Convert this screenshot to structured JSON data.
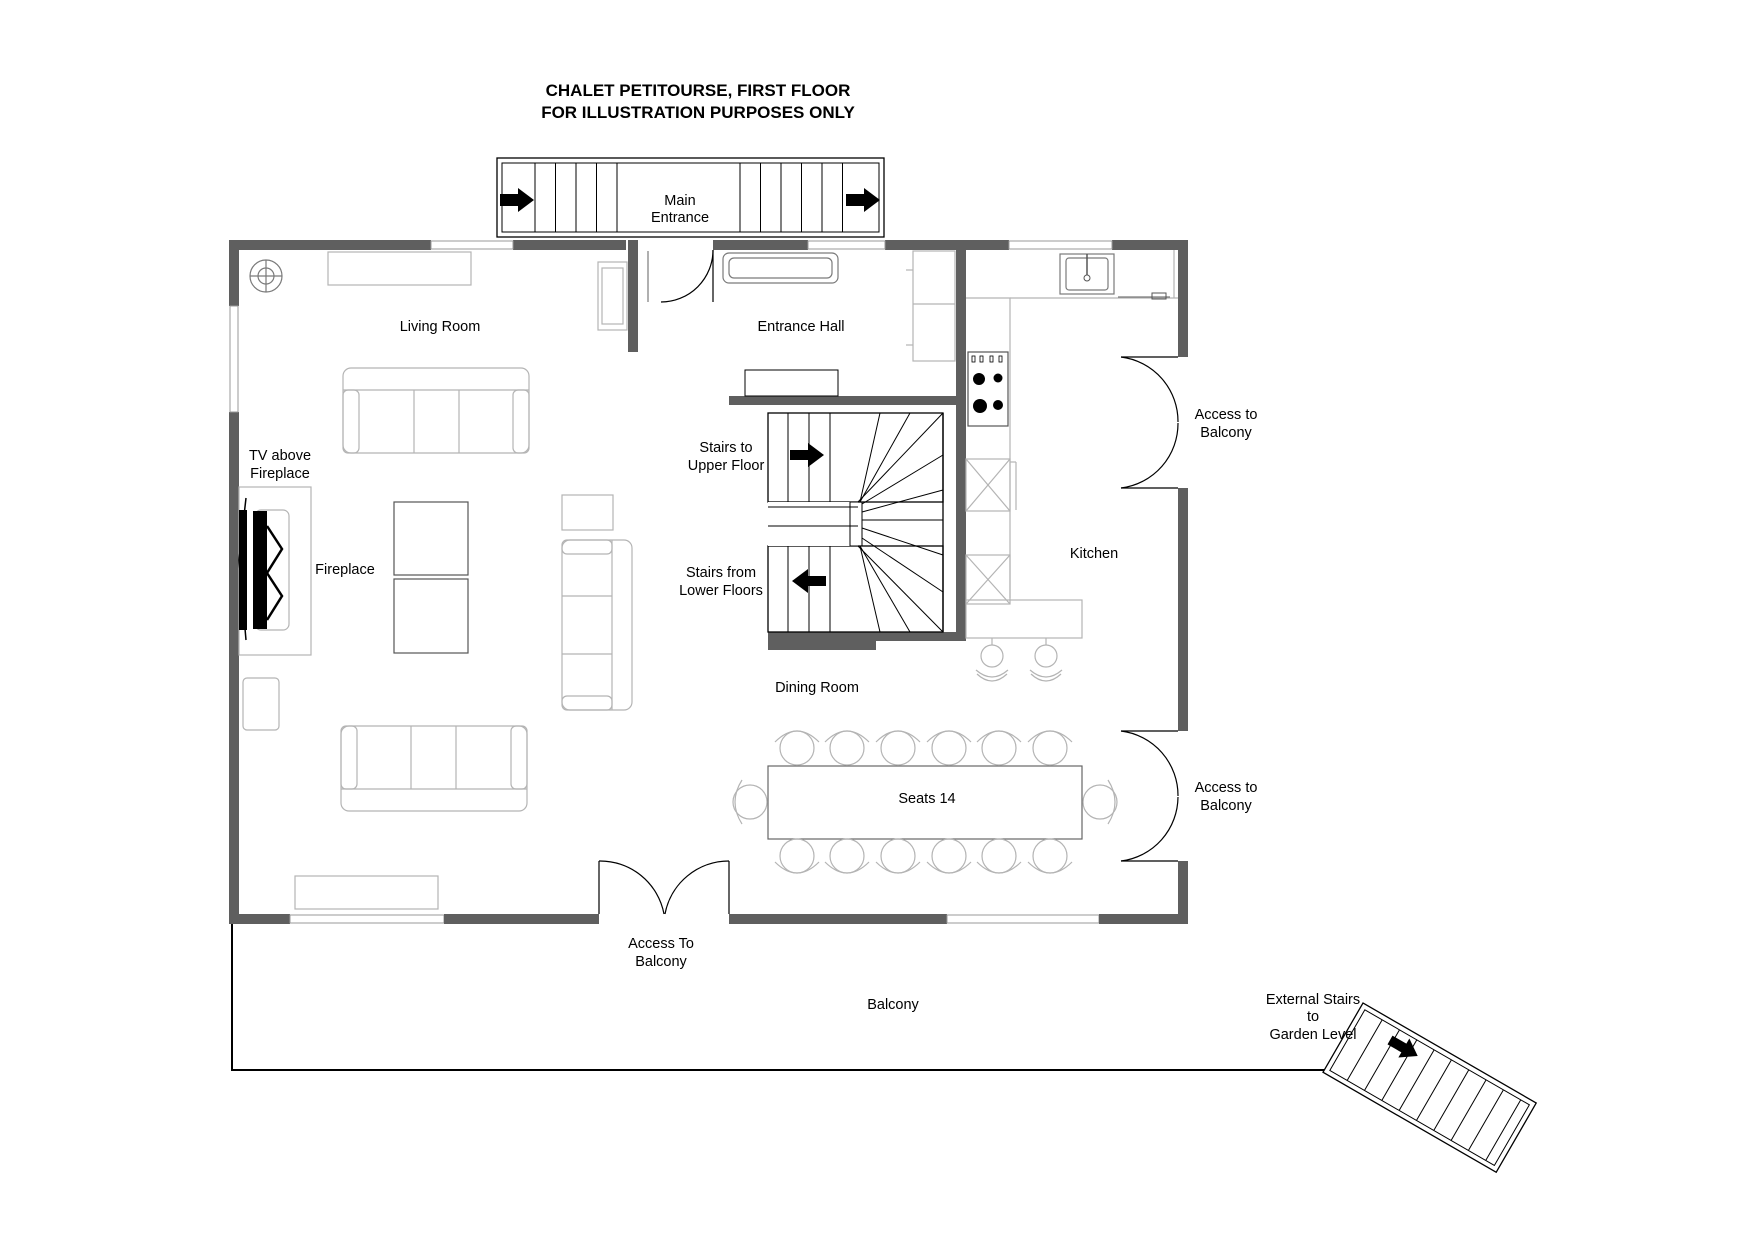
{
  "title": {
    "line1": "CHALET PETITOURSE, FIRST FLOOR",
    "line2": "FOR ILLUSTRATION PURPOSES ONLY"
  },
  "labels": {
    "main_entrance_1": "Main",
    "main_entrance_2": "Entrance",
    "living_room": "Living Room",
    "entrance_hall": "Entrance Hall",
    "tv_above_1": "TV above",
    "tv_above_2": "Fireplace",
    "fireplace": "Fireplace",
    "stairs_up_1": "Stairs to",
    "stairs_up_2": "Upper Floor",
    "stairs_down_1": "Stairs from",
    "stairs_down_2": "Lower Floors",
    "kitchen": "Kitchen",
    "access_balcony_upper_1": "Access to",
    "access_balcony_upper_2": "Balcony",
    "dining_room": "Dining Room",
    "seats": "Seats 14",
    "access_balcony_lower_1": "Access to",
    "access_balcony_lower_2": "Balcony",
    "access_to_balcony_1": "Access To",
    "access_to_balcony_2": "Balcony",
    "balcony": "Balcony",
    "external_stairs_1": "External Stairs",
    "external_stairs_2": "to",
    "external_stairs_3": "Garden Level"
  },
  "icons": [
    "arrow-right-icon",
    "arrow-left-icon",
    "door-swing-icon",
    "hob-icon",
    "sink-icon",
    "bar-stool-icon",
    "chair-icon"
  ],
  "colors": {
    "wall": "#5f5f5f",
    "furniture": "#b4b4b4",
    "ink": "#000000"
  }
}
